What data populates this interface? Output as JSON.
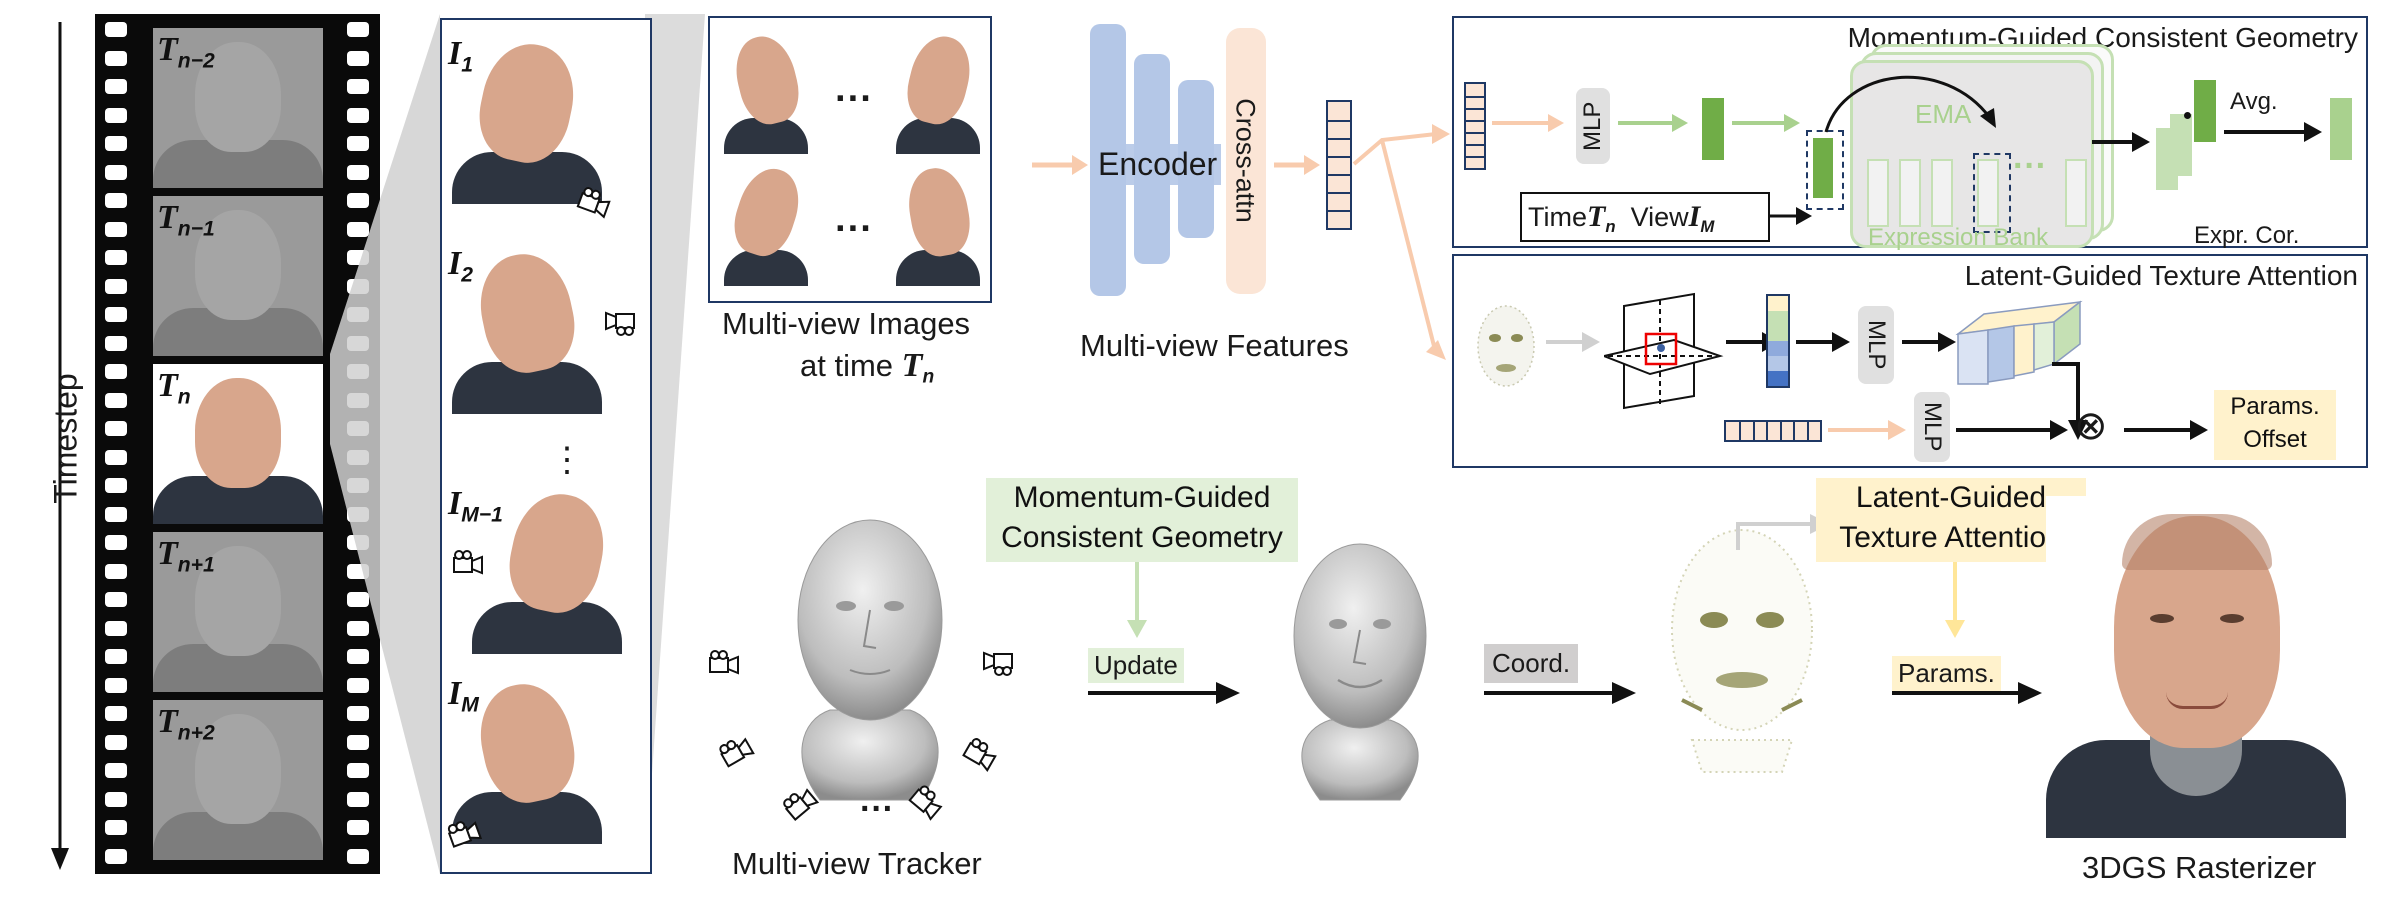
{
  "timestep_label": "Timestep",
  "filmstrip": {
    "frames": [
      {
        "symbol": "T",
        "subscript": "n−2"
      },
      {
        "symbol": "T",
        "subscript": "n−1"
      },
      {
        "symbol": "T",
        "subscript": "n"
      },
      {
        "symbol": "T",
        "subscript": "n+1"
      },
      {
        "symbol": "T",
        "subscript": "n+2"
      }
    ],
    "active_index": 2
  },
  "view_column": {
    "views": [
      {
        "symbol": "I",
        "subscript": "1"
      },
      {
        "symbol": "I",
        "subscript": "2"
      },
      {
        "symbol": "I",
        "subscript": "M−1"
      },
      {
        "symbol": "I",
        "subscript": "M"
      }
    ],
    "ellipsis": "⋮"
  },
  "multiview_images": {
    "ellipsis": "···",
    "caption_line1": "Multi-view Images",
    "caption_line2": "at time",
    "caption_symbol": "T",
    "caption_subscript": "n"
  },
  "encoder": {
    "encoder_label": "Encoder",
    "cross_attn_label": "Cross-attn",
    "features_caption": "Multi-view Features"
  },
  "geometry_panel": {
    "title": "Momentum-Guided Consistent Geometry",
    "mlp_label": "MLP",
    "ema_label": "EMA",
    "bank_label": "Expression Bank",
    "time_label": "Time",
    "time_symbol": "T",
    "time_subscript": "n",
    "view_label": "View",
    "view_symbol": "I",
    "view_subscript": "M",
    "avg_label": "Avg.",
    "expr_cor_label": "Expr. Cor.",
    "bank_ellipsis": "···"
  },
  "texture_panel": {
    "title": "Latent-Guided Texture Attention",
    "mlp1_label": "MLP",
    "mlp2_label": "MLP",
    "otimes": "⊗",
    "params_offset_line1": "Params.",
    "params_offset_line2": "Offset"
  },
  "bottom_pipeline": {
    "tracker_caption": "Multi-view Tracker",
    "tracker_ellipsis": "···",
    "geometry_box_line1": "Momentum-Guided",
    "geometry_box_line2": "Consistent Geometry",
    "update_label": "Update",
    "coord_label": "Coord.",
    "texture_box_line1": "Latent-Guided",
    "texture_box_line2": "Texture Attention",
    "params_label": "Params.",
    "rasterizer_caption": "3DGS Rasterizer"
  },
  "colors": {
    "panel_border": "#1f3864",
    "encoder_blue": "#b4c7e7",
    "cross_attn_peach": "#fbe5d6",
    "green_dark": "#70ad47",
    "green_light": "#c5e0b4",
    "bank_gray": "#e7e6e6",
    "label_green_bg": "#e2f0d9",
    "label_yellow_bg": "#fff2cc",
    "coord_gray_bg": "#d0cece",
    "skin": "#d8a68c"
  }
}
